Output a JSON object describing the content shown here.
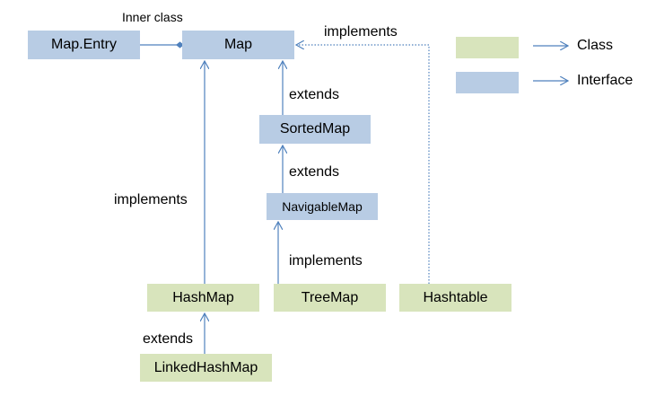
{
  "nodes": {
    "map_entry": "Map.Entry",
    "map": "Map",
    "sorted_map": "SortedMap",
    "navigable_map": "NavigableMap",
    "hash_map": "HashMap",
    "tree_map": "TreeMap",
    "hashtable": "Hashtable",
    "linked_hash_map": "LinkedHashMap"
  },
  "edge_labels": {
    "inner_class": "Inner class",
    "hashtable_implements": "implements",
    "sorted_extends": "extends",
    "navigable_extends": "extends",
    "hashmap_implements": "implements",
    "treemap_implements": "implements",
    "linked_extends": "extends"
  },
  "legend": {
    "class_label": "Class",
    "interface_label": "Interface"
  },
  "colors": {
    "interface": "#b8cce4",
    "class": "#d8e4bc",
    "arrow": "#4f81bd"
  }
}
